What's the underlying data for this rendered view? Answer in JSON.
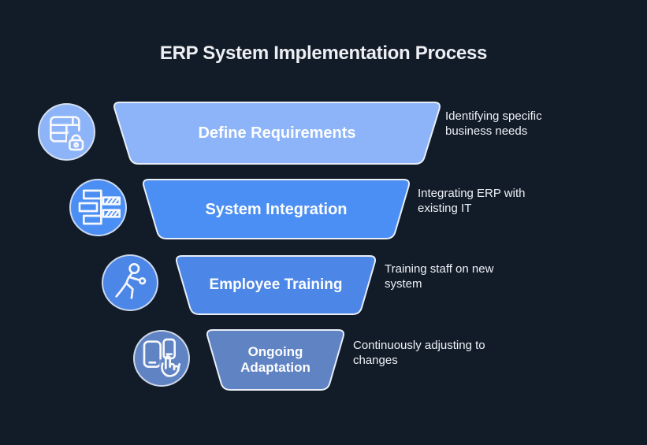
{
  "title": "ERP System Implementation Process",
  "funnel": {
    "stages": [
      {
        "label": "Define Requirements",
        "description": "Identifying specific business needs",
        "color": "#8db4f8",
        "icon": "table-lock-icon"
      },
      {
        "label": "System Integration",
        "description": "Integrating ERP with existing IT",
        "color": "#4b8ef4",
        "icon": "integration-bars-icon"
      },
      {
        "label": "Employee Training",
        "description": "Training staff on new system",
        "color": "#4c86e6",
        "icon": "training-person-icon"
      },
      {
        "label": "Ongoing Adaptation",
        "description": "Continuously adjusting to changes",
        "color": "#6083c3",
        "icon": "devices-hand-icon"
      }
    ]
  },
  "colors": {
    "background": "#121c29",
    "shape_border": "#e9eef8",
    "text": "#eef1f6"
  }
}
